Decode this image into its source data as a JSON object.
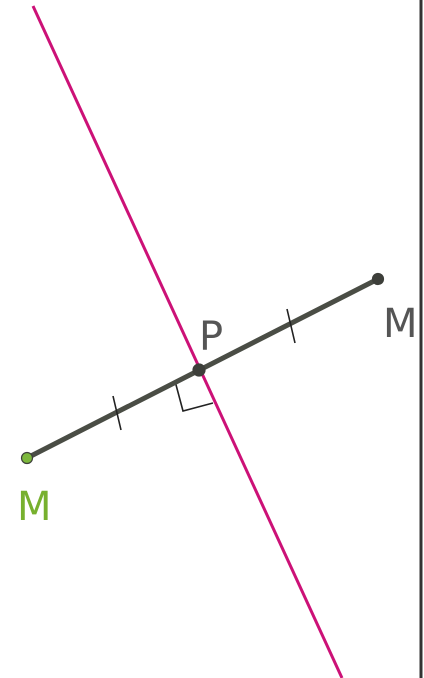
{
  "colors": {
    "background": "#ffffff",
    "bisector": "#cc1177",
    "segment": "#4a4d45",
    "point_dark": "#3d3f3a",
    "point_green": "#7db83d",
    "label_dark": "#555555",
    "label_green": "#77b02e",
    "frame_edge": "#333333",
    "tick": "#222222"
  },
  "points": {
    "left": {
      "label": "M"
    },
    "right": {
      "label": "M"
    },
    "midpoint": {
      "label": "P"
    }
  },
  "marks": {
    "equal_length_ticks": 2,
    "right_angle": true
  }
}
